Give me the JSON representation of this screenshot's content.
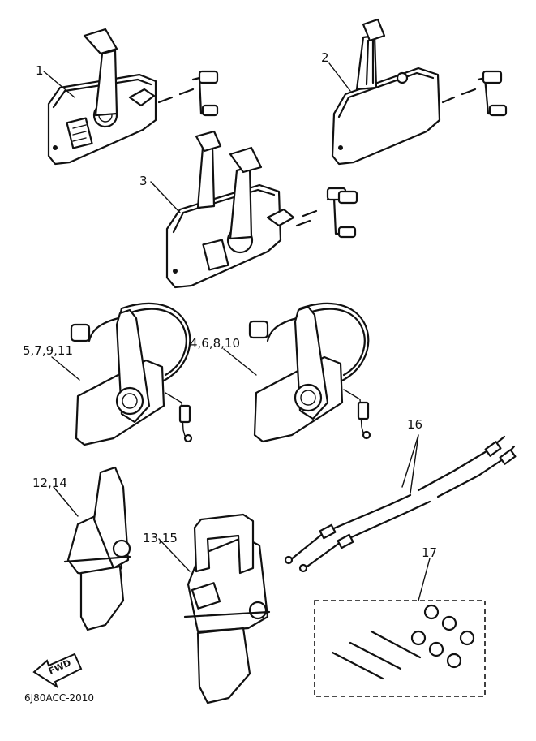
{
  "callouts": {
    "c1": "1",
    "c2": "2",
    "c3": "3",
    "c4": "5,7,9,11",
    "c5": "4,6,8,10",
    "c6": "16",
    "c7": "12,14",
    "c8": "13,15",
    "c9": "17"
  },
  "badge": {
    "fwd": "FWD"
  },
  "footer": {
    "code": "6J80ACC-2010"
  },
  "colors": {
    "ink": "#111111",
    "paper": "#ffffff"
  }
}
